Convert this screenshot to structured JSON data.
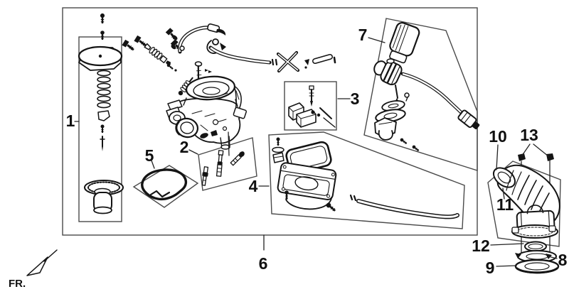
{
  "diagram": {
    "type": "exploded-parts-diagram",
    "colors": {
      "background": "#ffffff",
      "line": "#141414",
      "frame_box": "#4a4a4a",
      "label": "#101010"
    },
    "direction_indicator": {
      "label": "FR."
    },
    "callouts": {
      "c1": {
        "text": "1"
      },
      "c2": {
        "text": "2"
      },
      "c3": {
        "text": "3"
      },
      "c4": {
        "text": "4"
      },
      "c5": {
        "text": "5"
      },
      "c6": {
        "text": "6"
      },
      "c7": {
        "text": "7"
      },
      "c8": {
        "text": "8"
      },
      "c9": {
        "text": "9"
      },
      "c10": {
        "text": "10"
      },
      "c11": {
        "text": "11"
      },
      "c12": {
        "text": "12"
      },
      "c13": {
        "text": "13"
      }
    }
  }
}
